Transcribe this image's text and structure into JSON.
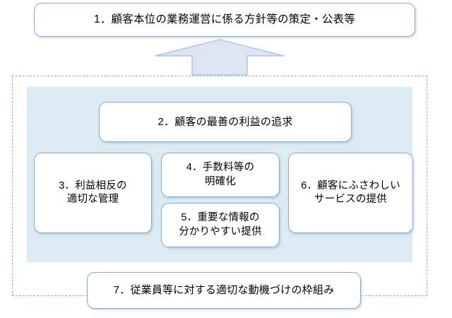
{
  "diagram": {
    "title_box": {
      "number": "1",
      "label": "1．顧客本位の業務運営に係る方針等の策定・公表等"
    },
    "arrow": {
      "icon": "up-block-arrow",
      "direction": "up",
      "fill_color": "#DCE5F1",
      "stroke_color": "#A8C3E4"
    },
    "frame": {
      "border_color": "#8FAEE0",
      "border_style": "dashed",
      "panel_color": "#DCEAF1"
    },
    "box_style": {
      "border_color": "#7FA9DC",
      "fill_color": "#FFFFFF",
      "text_color": "#000000"
    },
    "principles": [
      {
        "id": "box2",
        "number": "2",
        "label": "2．顧客の最善の利益の追求"
      },
      {
        "id": "box3",
        "number": "3",
        "label": "3．利益相反の\n適切な管理"
      },
      {
        "id": "box4",
        "number": "4",
        "label": "4．手数料等の\n明確化"
      },
      {
        "id": "box5",
        "number": "5",
        "label": "5．重要な情報の\n分かりやすい提供"
      },
      {
        "id": "box6",
        "number": "6",
        "label": "6．顧客にふさわしい\nサービスの提供"
      },
      {
        "id": "box7",
        "number": "7",
        "label": "7．従業員等に対する適切な動機づけの枠組み"
      }
    ]
  }
}
